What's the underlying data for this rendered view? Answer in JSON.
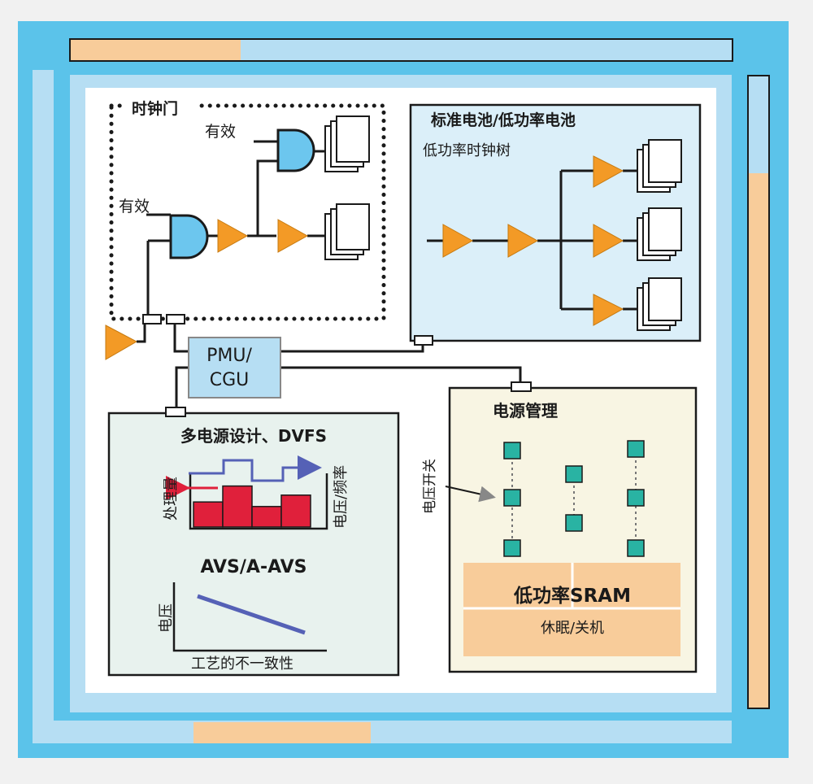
{
  "clock_gate": {
    "title": "时钟门",
    "enable_top": "有效",
    "enable_left": "有效"
  },
  "std_cell": {
    "title": "标准电池/低功率电池",
    "subtitle": "低功率时钟树"
  },
  "pmu": {
    "line1": "PMU/",
    "line2": "CGU"
  },
  "multi_power": {
    "title": "多电源设计、DVFS",
    "left_label": "处理量",
    "right_label": "电压/频率",
    "throughput_levels": [
      0.55,
      0.9,
      0.45,
      0.7
    ],
    "avs_title": "AVS/A-AVS",
    "y_label": "电压",
    "x_label": "工艺的不一致性"
  },
  "power_mgmt": {
    "title": "电源管理",
    "switch_label": "电压开关",
    "sram_label": "低功率SRAM",
    "sleep_label": "休眠/关机"
  },
  "colors": {
    "frame_blue": "#5bc3ea",
    "light_blue": "#b6def3",
    "peach": "#f8cc9a",
    "orange": "#f39a26",
    "gate_blue": "#6cc6ee",
    "bar_red": "#e0203b",
    "line_purple": "#5561b6",
    "teal": "#29b3a3"
  }
}
